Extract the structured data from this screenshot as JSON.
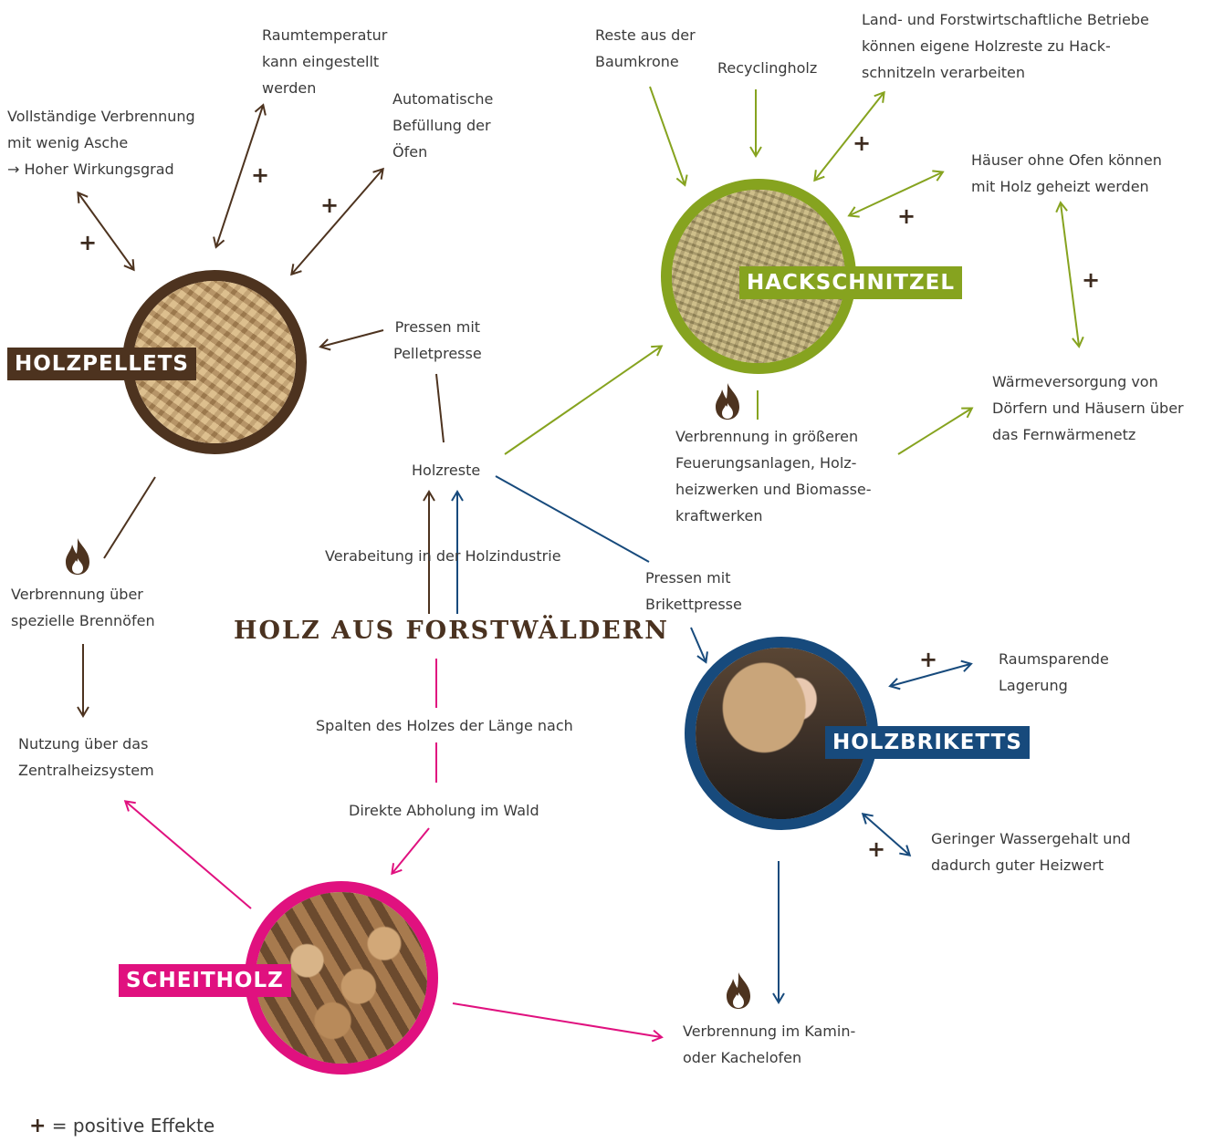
{
  "colors": {
    "pellets": "#4d331f",
    "hack": "#86a31f",
    "briketts": "#174a7c",
    "scheit": "#e0117f",
    "plus": "#3d2b1f"
  },
  "title": "HOLZ AUS FORSTWÄLDERN",
  "nodes": {
    "holzpellets": "HOLZPELLETS",
    "hackschnitzel": "HACKSCHNITZEL",
    "holzbriketts": "HOLZBRIKETTS",
    "scheitholz": "SCHEITHOLZ"
  },
  "labels": {
    "raumtemperatur": "Raumtemperatur\nkann eingestellt\nwerden",
    "vollstaendig": "Vollständige Verbrennung\nmit wenig Asche\n→ Hoher Wirkungsgrad",
    "automatische": "Automatische\nBefüllung der\nÖfen",
    "pressen_pellet": "Pressen mit\nPelletpresse",
    "holzreste": "Holzreste",
    "verarbeitung": "Verabeitung in der Holzindustrie",
    "verbrennung_speziell": "Verbrennung über\nspezielle Brennöfen",
    "nutzung": "Nutzung über das\nZentralheizsystem",
    "spalten": "Spalten des Holzes der Länge nach",
    "direkte": "Direkte Abholung im Wald",
    "reste_baumkrone": "Reste aus der\nBaumkrone",
    "recyclingholz": "Recyclingholz",
    "land_forst": "Land- und Forstwirtschaftliche Betriebe\nkönnen eigene Holzreste zu Hack-\nschnitzeln verarbeiten",
    "haeuser_ohne": "Häuser ohne Ofen können\nmit Holz geheizt werden",
    "waermeversorgung": "Wärmeversorgung von\nDörfern und Häusern über\ndas Fernwärmenetz",
    "verbrennung_groesser": "Verbrennung in größeren\nFeuerungsanlagen, Holz-\nheizwerken und Biomasse-\nkraftwerken",
    "pressen_brikett": "Pressen mit\nBrikettpresse",
    "raumsparende": "Raumsparende\nLagerung",
    "geringer": "Geringer Wassergehalt und\ndadurch guter Heizwert",
    "kamin": "Verbrennung im Kamin-\noder Kachelofen"
  },
  "plus_sign": "+",
  "legend": {
    "plus": "+",
    "text": " = positive Effekte"
  },
  "icons": {
    "flame": "flame-icon"
  }
}
